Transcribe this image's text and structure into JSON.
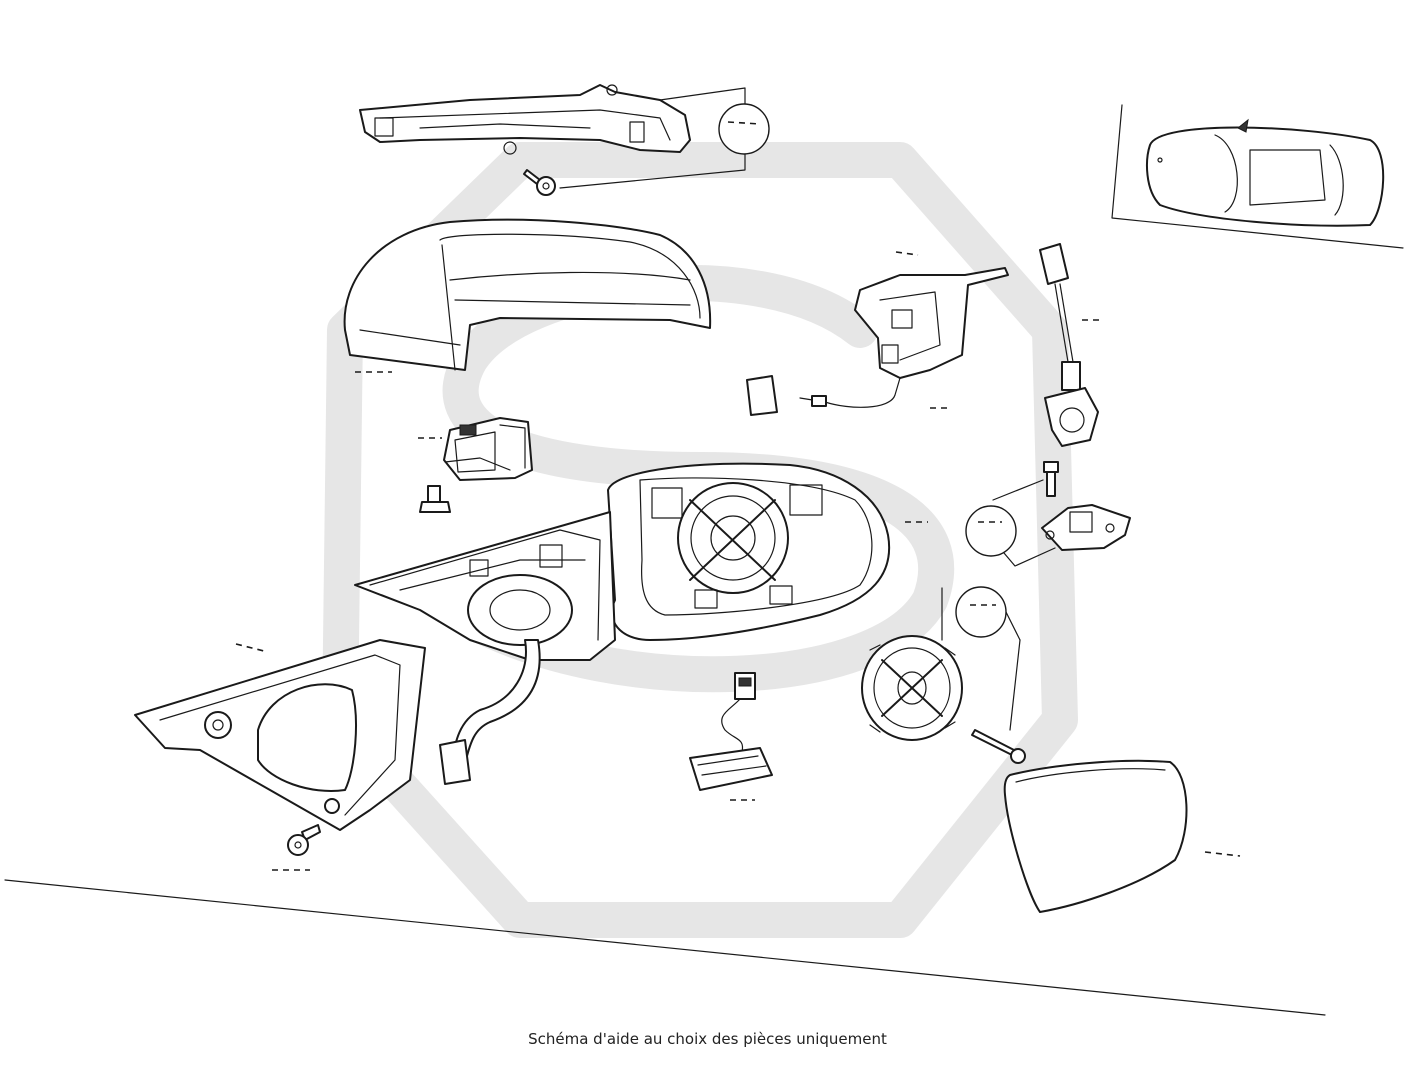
{
  "caption": "Schéma d'aide au choix des pièces uniquement",
  "watermark": {
    "color": "#e6e6e6"
  },
  "line_color": "#1a1a1a",
  "parts": [
    "turn-signal-indicator",
    "indicator-bolt",
    "mirror-cover-cap",
    "adjustment-motor",
    "motor-screw",
    "mirror-housing-base",
    "mirror-frame",
    "base-trim-cover",
    "trim-screw",
    "wiring-connector-module",
    "glass-actuator",
    "actuator-bolt",
    "mirror-glass",
    "mounting-bracket",
    "sensor-cable",
    "camera-module",
    "camera-bracket",
    "bracket-screw",
    "vehicle-thumbnail"
  ]
}
